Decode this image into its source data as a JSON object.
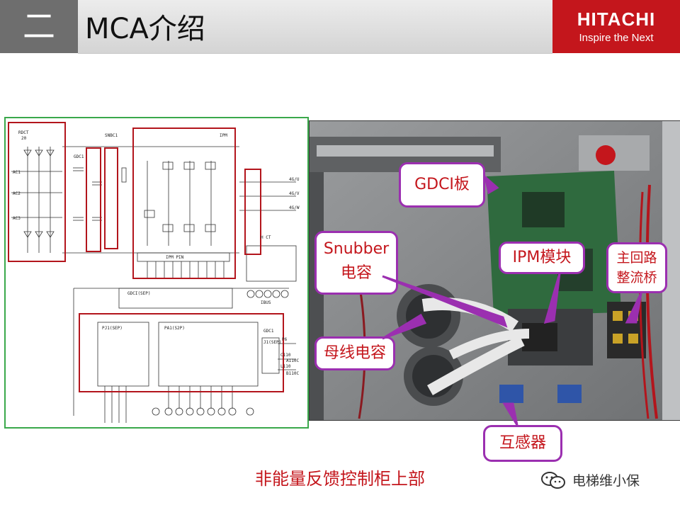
{
  "header": {
    "section_number": "二",
    "title": "MCA介绍"
  },
  "logo": {
    "name": "HITACHI",
    "tagline": "Inspire the Next",
    "color": "#c4161c"
  },
  "schematic": {
    "labels": {
      "rdct": "RDCT",
      "rdct_sub": "20",
      "ac1": "AC1",
      "ac2": "AC2",
      "ac3": "AC3",
      "gdc": "GDC1",
      "snbc": "SNBC1",
      "ipm": "IPM",
      "ipm_pin": "IPM PIN",
      "gdci_pin": "GDCI(SEP)",
      "gdc1": "GDC1",
      "pj1": "PJ1(SEP)",
      "pa1": "PA1(S2P)",
      "j1": "J1(SEP)",
      "hct": "H CT",
      "out_u": "4G/U",
      "out_v": "4G/V",
      "out_w": "4G/W",
      "p_label": "P6",
      "c110": "C110",
      "l110": "L110",
      "vdc": "A110C",
      "vdc2": "B110C",
      "ibus": "IBUS"
    }
  },
  "callouts": {
    "gdci": "GDCI板",
    "snubber_line1": "Snubber",
    "snubber_line2": "电容",
    "ipm": "IPM模块",
    "rectifier_line1": "主回路",
    "rectifier_line2": "整流桥",
    "bus_cap": "母线电容",
    "transformer": "互感器"
  },
  "caption": "非能量反馈控制柜上部",
  "watermark": "电梯维小保",
  "colors": {
    "accent_red": "#c4161c",
    "callout_border": "#9b2fb0",
    "frame_green": "#3aa84b"
  }
}
